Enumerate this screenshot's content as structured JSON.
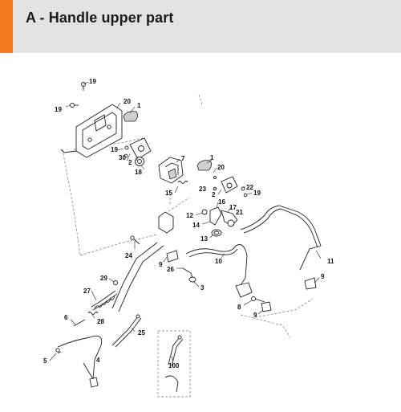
{
  "header": {
    "title": "A - Handle upper part",
    "accent_color": "#f37a1f",
    "background_color": "#e3e3e3"
  },
  "diagram": {
    "callouts": {
      "c1a": "1",
      "c1b": "1",
      "c2a": "2",
      "c2b": "2",
      "c3": "3",
      "c4": "4",
      "c5": "5",
      "c6": "6",
      "c7": "7",
      "c8": "8",
      "c9a": "9",
      "c9b": "9",
      "c9c": "9",
      "c10": "10",
      "c11": "11",
      "c12": "12",
      "c13": "13",
      "c14": "14",
      "c15": "15",
      "c16": "16",
      "c17": "17",
      "c18": "18",
      "c19a": "19",
      "c19b": "19",
      "c19c": "19",
      "c19d": "19",
      "c20a": "20",
      "c20b": "20",
      "c21": "21",
      "c22": "22",
      "c23": "23",
      "c24": "24",
      "c25": "25",
      "c26": "26",
      "c27": "27",
      "c28": "28",
      "c29": "29",
      "c30": "30",
      "c100": "100"
    }
  }
}
